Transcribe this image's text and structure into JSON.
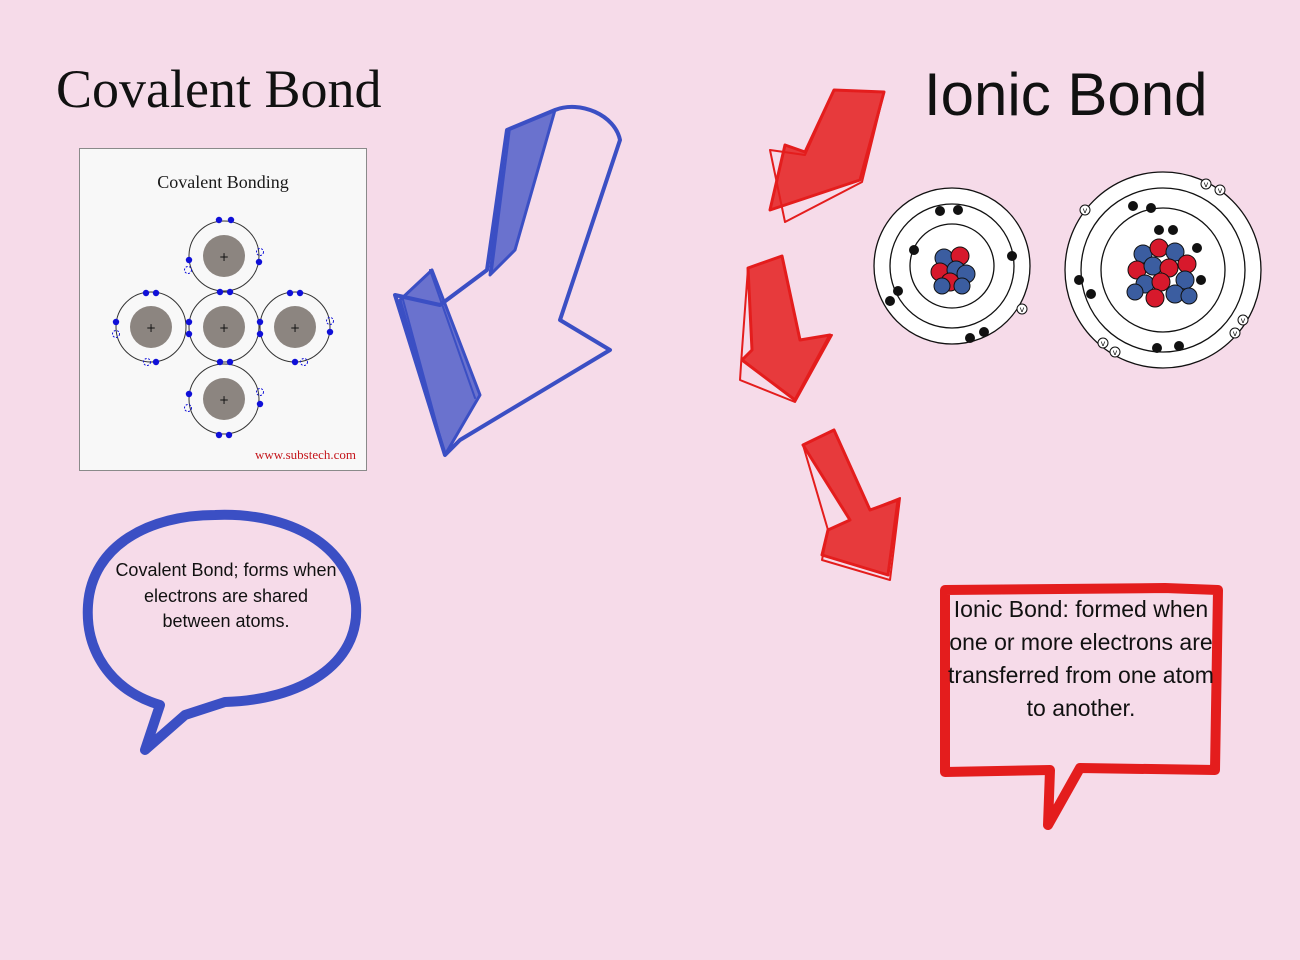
{
  "covalent": {
    "title": "Covalent Bond",
    "diagram_title": "Covalent Bonding",
    "source": "www.substech.com",
    "nucleus_sign": "+",
    "bubble": "Covalent Bond; forms when electrons are shared between atoms."
  },
  "ionic": {
    "title": "Ionic Bond",
    "electron_label": "v",
    "bubble": "Ionic Bond: formed when one or more electrons are transferred from one atom to another."
  },
  "colors": {
    "background": "#f6dbe9",
    "blue": "#3b4fc4",
    "red": "#e41d1d",
    "electron_blue": "#1010d8",
    "nucleus_gray": "#8c8580",
    "proton_red": "#d7192c",
    "neutron_blue": "#3b5da0"
  },
  "icons": [
    "hand-drawn-blue-arrow-icon",
    "hand-drawn-red-arrow-icon",
    "speech-bubble-icon",
    "atom-icon"
  ]
}
